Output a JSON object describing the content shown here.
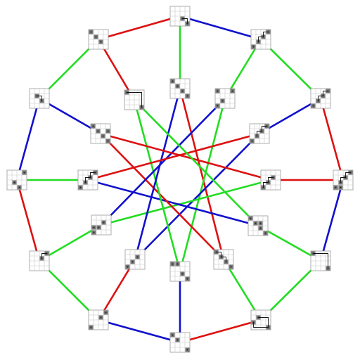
{
  "graph": {
    "edge_colors": {
      "red": "#dd1111",
      "blue": "#1111cc",
      "green": "#22dd22"
    },
    "tile_colors": {
      "background": "#ffffff",
      "grid": "#c8c8c8",
      "filled": "#777777",
      "line": "#111111",
      "dot": "#222222"
    },
    "outer_ring_edge_colors": [
      "blue",
      "green",
      "red",
      "blue",
      "green",
      "red",
      "blue",
      "green",
      "red",
      "blue",
      "green",
      "red"
    ],
    "spoke_edge_colors": [
      "green",
      "green",
      "blue",
      "red",
      "green",
      "green",
      "blue",
      "red",
      "green",
      "green",
      "blue",
      "red"
    ],
    "inner_star_edge_colors": [
      "red",
      "green",
      "blue",
      "green",
      "blue",
      "red",
      "green",
      "blue",
      "blue",
      "red",
      "red",
      "green"
    ],
    "node_count": 24
  }
}
